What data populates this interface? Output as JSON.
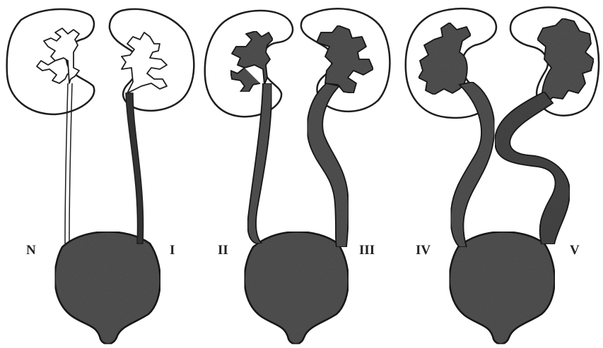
{
  "figure": {
    "labels": {
      "normal": "N",
      "grade_1": "I",
      "grade_2": "II",
      "grade_3": "III",
      "grade_4": "IV",
      "grade_5": "V"
    },
    "colors": {
      "ink": "#1e1e1e",
      "fill_dark": "#555555",
      "fill_darker": "#4a4a4a",
      "paper": "#ffffff"
    }
  }
}
